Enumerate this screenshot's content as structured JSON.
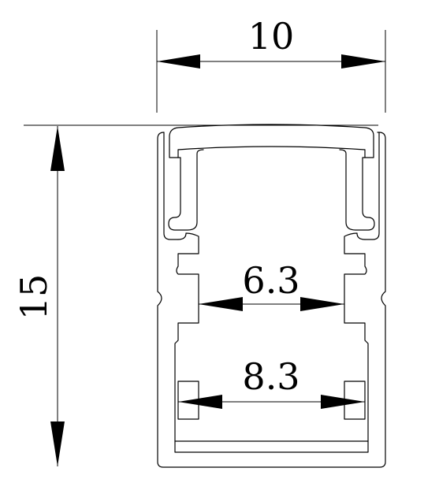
{
  "drawing": {
    "dimensions": {
      "overall_width": {
        "label": "10"
      },
      "overall_height": {
        "label": "15"
      },
      "inner_width_upper": {
        "label": "6.3"
      },
      "inner_width_lower": {
        "label": "8.3"
      }
    },
    "colors": {
      "line": "#000000",
      "background": "#ffffff"
    }
  }
}
